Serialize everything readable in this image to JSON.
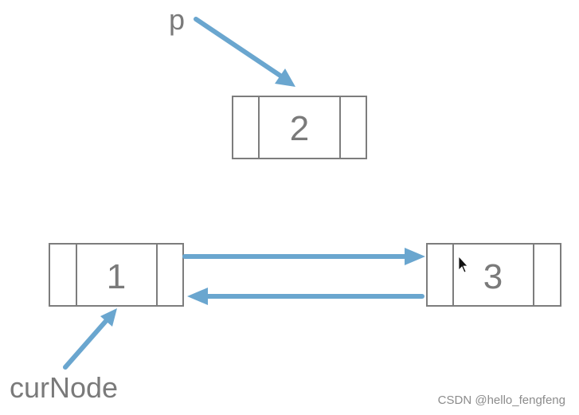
{
  "nodes": {
    "node_2": {
      "value": "2"
    },
    "node_1": {
      "value": "1"
    },
    "node_3": {
      "value": "3"
    }
  },
  "pointers": {
    "p": {
      "label": "p"
    },
    "cur_node": {
      "label": "curNode"
    }
  },
  "colors": {
    "arrow": "#6aa6cf",
    "box_outline": "#7d7d7d",
    "text": "#7a7a7a"
  },
  "watermark": {
    "text": "CSDN @hello_fengfeng"
  }
}
